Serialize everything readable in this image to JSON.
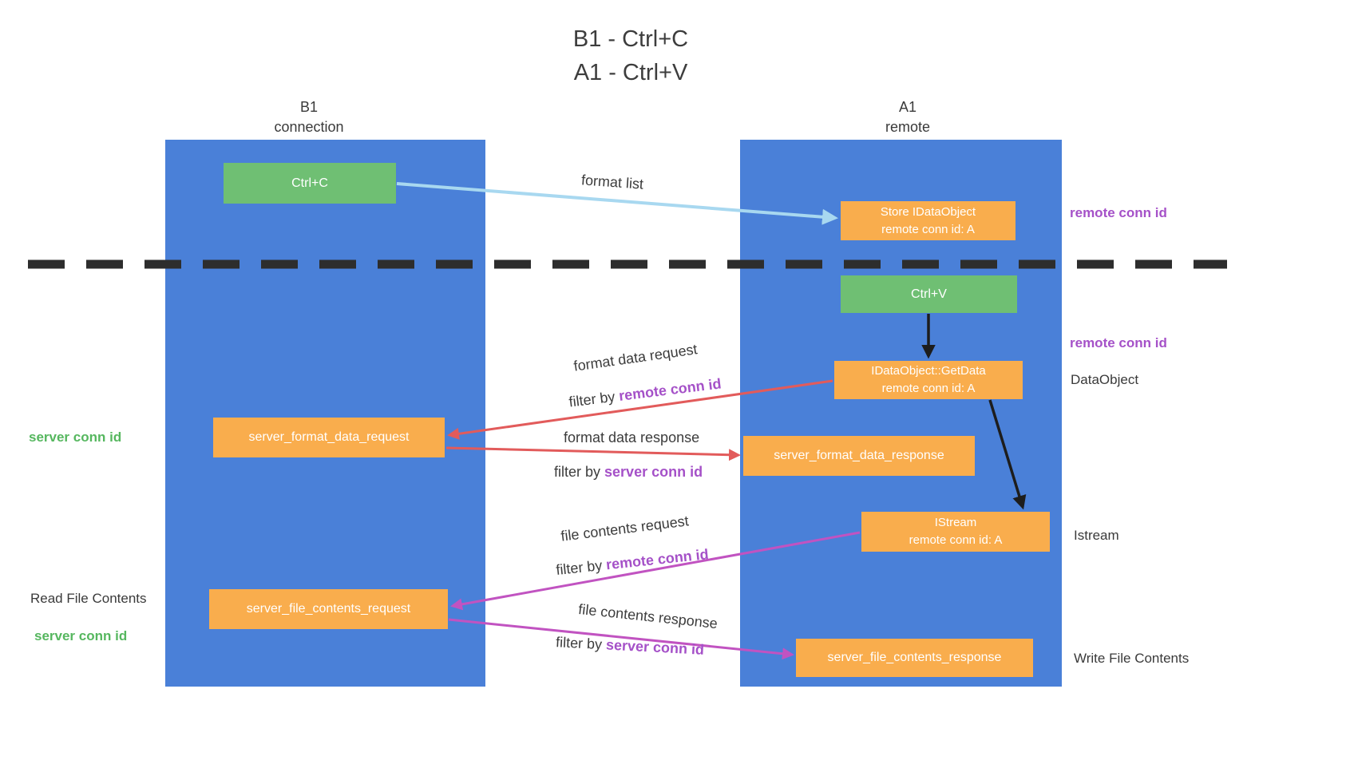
{
  "title": {
    "line1": "B1 - Ctrl+C",
    "line2": "A1 - Ctrl+V"
  },
  "columns": {
    "left": {
      "header_line1": "B1",
      "header_line2": "connection"
    },
    "right": {
      "header_line1": "A1",
      "header_line2": "remote"
    }
  },
  "boxes": {
    "ctrl_c": {
      "label": "Ctrl+C"
    },
    "store_idataobject": {
      "line1": "Store IDataObject",
      "line2": "remote conn id: A"
    },
    "ctrl_v": {
      "label": "Ctrl+V"
    },
    "getdata": {
      "line1": "IDataObject::GetData",
      "line2": "remote conn id: A"
    },
    "format_request": {
      "label": "server_format_data_request"
    },
    "format_response": {
      "label": "server_format_data_response"
    },
    "istream": {
      "line1": "IStream",
      "line2": "remote conn id: A"
    },
    "file_request": {
      "label": "server_file_contents_request"
    },
    "file_response": {
      "label": "server_file_contents_response"
    }
  },
  "side_labels": {
    "remote_conn_id_top": "remote conn id",
    "remote_conn_id_mid": "remote conn id",
    "dataobject": "DataObject",
    "istream": "Istream",
    "write_file_contents": "Write File Contents",
    "read_file_contents": "Read File Contents",
    "server_conn_id_upper": "server conn id",
    "server_conn_id_lower": "server conn id"
  },
  "arrow_labels": {
    "format_list": "format list",
    "format_data_request": {
      "title": "format data request",
      "filter_prefix": "filter by",
      "filter_value": "remote conn id"
    },
    "format_data_response": {
      "title": "format data response",
      "filter_prefix": "filter by",
      "filter_value": "server conn id"
    },
    "file_contents_request": {
      "title": "file contents request",
      "filter_prefix": "filter by",
      "filter_value": "remote conn id"
    },
    "file_contents_response": {
      "title": "file contents response",
      "filter_prefix": "filter by",
      "filter_value": "server conn id"
    }
  },
  "colors": {
    "column_blue": "#4a80d8",
    "box_green": "#6fbf73",
    "box_orange": "#f9ad4d",
    "arrow_lightblue": "#a8d8f0",
    "arrow_black": "#1d1d1d",
    "arrow_red": "#e25b5b",
    "arrow_magenta": "#c153c1",
    "text_purple": "#a551c8",
    "text_green": "#56b75f",
    "divider_dark": "#2d2d2d"
  }
}
